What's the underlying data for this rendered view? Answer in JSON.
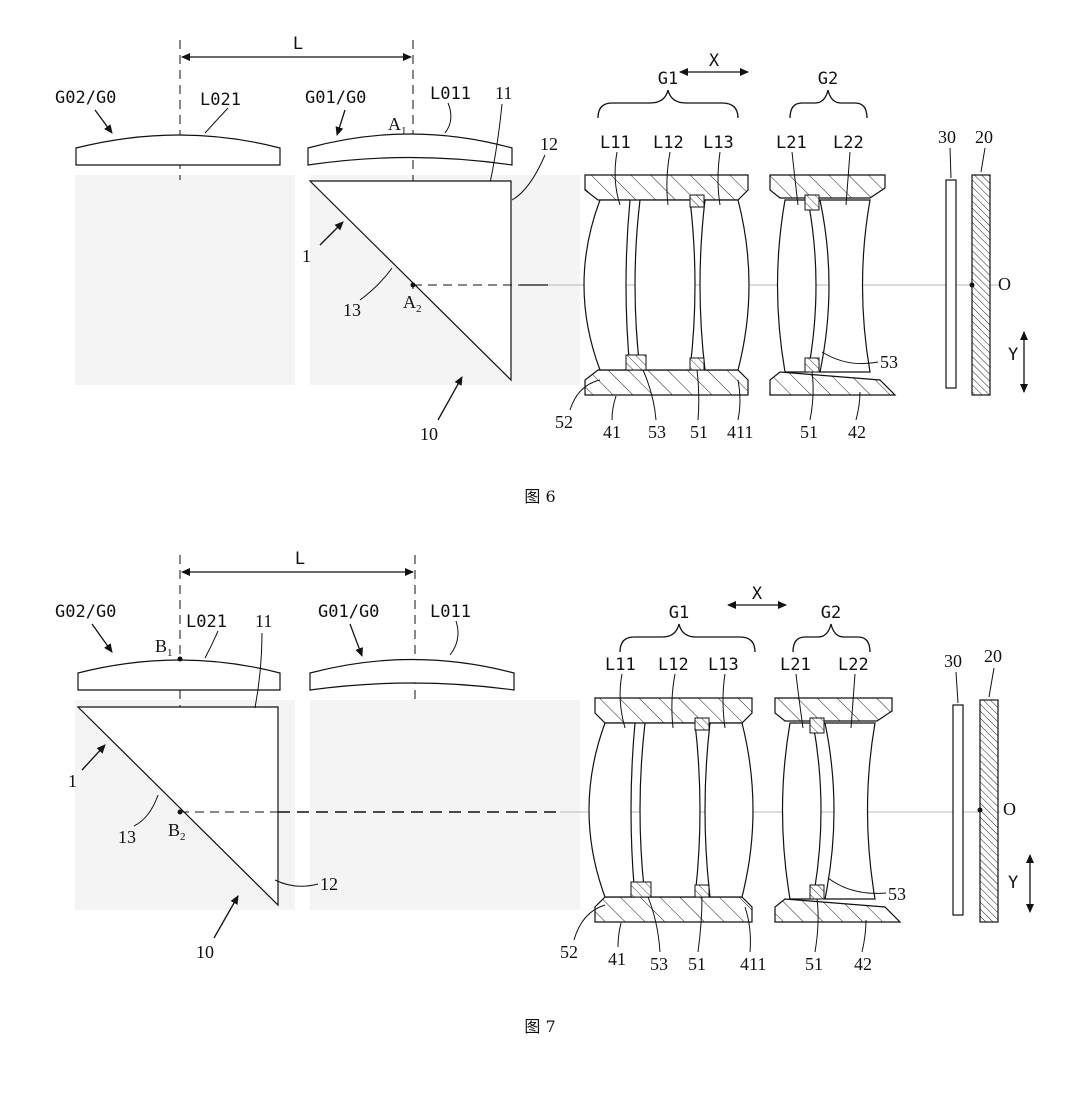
{
  "figures": [
    {
      "caption": "图 6",
      "lens_group_G1": "G1",
      "lens_group_G2": "G2",
      "distance_label": "L",
      "x_dir_label": "X",
      "y_dir_label": "Y",
      "lens_g02_label": "G02/G0",
      "lens_l021_label": "L021",
      "lens_g01_label": "G01/G0",
      "lens_l011_label": "L011",
      "point_a1_main": "A",
      "point_a1_sub": "1",
      "point_a2_main": "A",
      "point_a2_sub": "2",
      "ref_11": "11",
      "ref_12": "12",
      "ref_1": "1",
      "ref_13": "13",
      "ref_10": "10",
      "lens_labels": [
        "L11",
        "L12",
        "L13",
        "L21",
        "L22"
      ],
      "ref_30": "30",
      "ref_20": "20",
      "ref_o": "O",
      "bottom_refs": [
        "52",
        "41",
        "53",
        "51",
        "411",
        "51",
        "42"
      ],
      "ref_53_right": "53"
    },
    {
      "caption": "图 7",
      "lens_group_G1": "G1",
      "lens_group_G2": "G2",
      "distance_label": "L",
      "x_dir_label": "X",
      "y_dir_label": "Y",
      "lens_g02_label": "G02/G0",
      "lens_l021_label": "L021",
      "lens_g01_label": "G01/G0",
      "lens_l011_label": "L011",
      "point_b1_main": "B",
      "point_b1_sub": "1",
      "point_b2_main": "B",
      "point_b2_sub": "2",
      "ref_11": "11",
      "ref_12": "12",
      "ref_1": "1",
      "ref_13": "13",
      "ref_10": "10",
      "lens_labels": [
        "L11",
        "L12",
        "L13",
        "L21",
        "L22"
      ],
      "ref_30": "30",
      "ref_20": "20",
      "ref_o": "O",
      "bottom_refs": [
        "52",
        "41",
        "53",
        "51",
        "411",
        "51",
        "42"
      ],
      "ref_53_right": "53"
    }
  ]
}
